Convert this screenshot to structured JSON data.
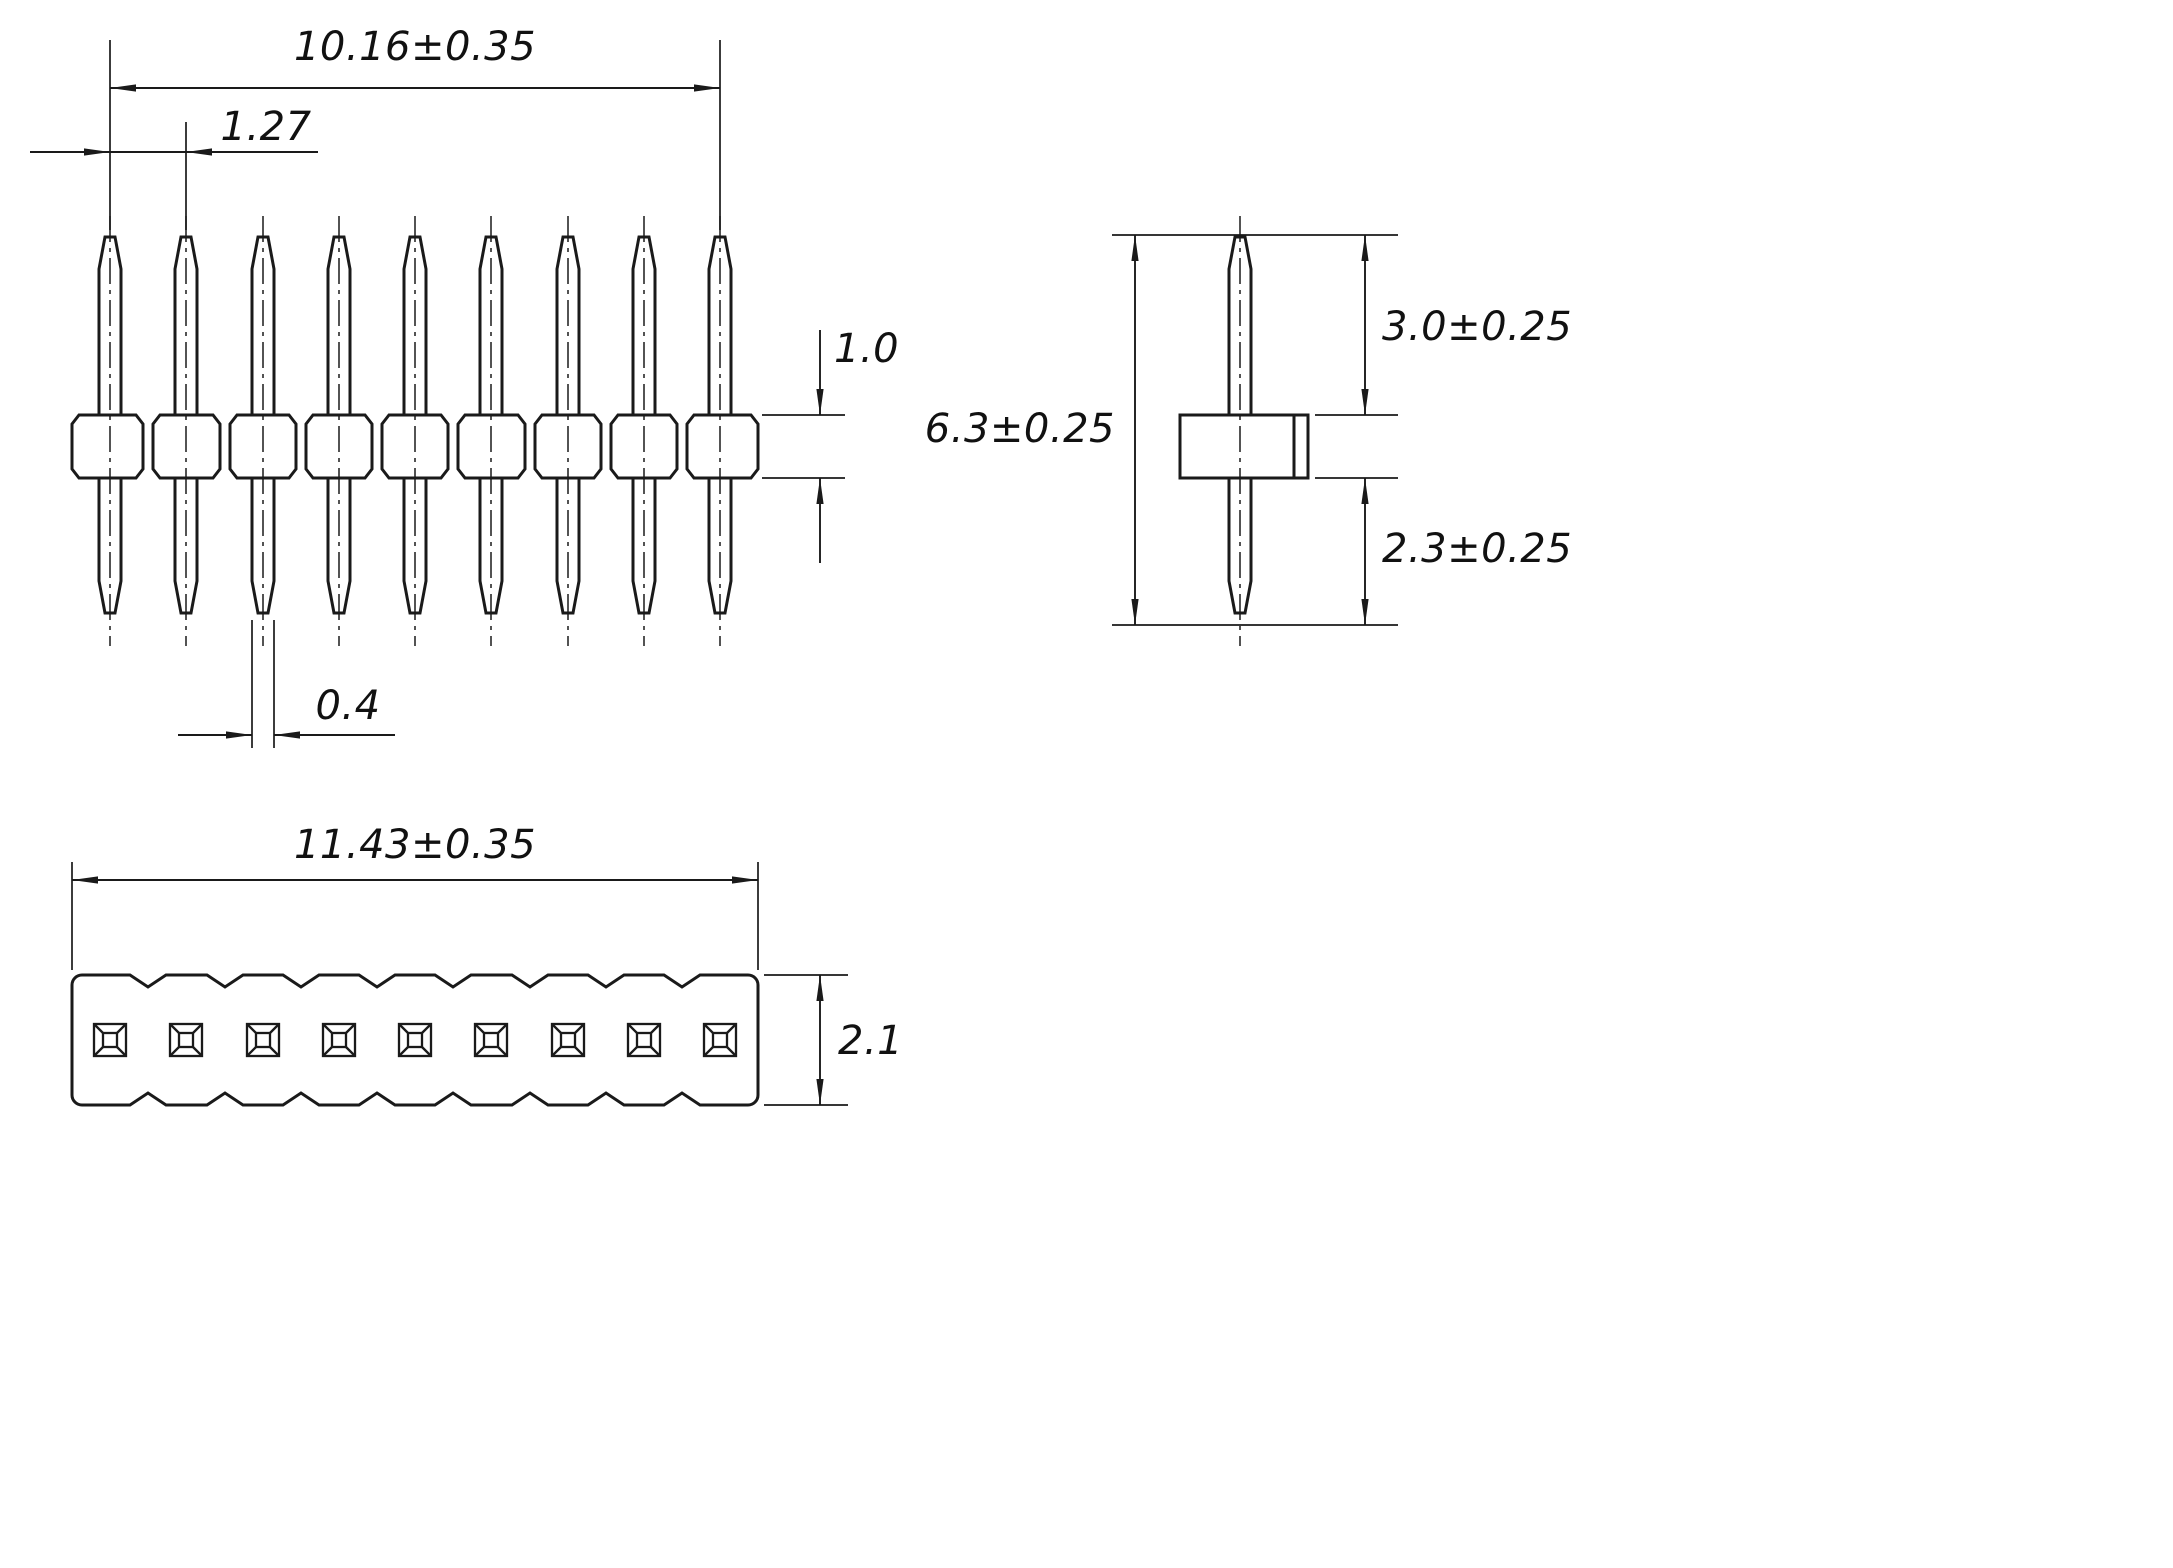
{
  "drawing": {
    "kind": "technical-dimension-drawing",
    "component": "pin-header",
    "pin_count": 9,
    "line_color": "#1a1a1a",
    "views": {
      "front": {
        "dims": {
          "span": "10.16±0.35",
          "pitch": "1.27",
          "body_height": "1.0",
          "pin_width": "0.4"
        }
      },
      "side": {
        "dims": {
          "total_height": "6.3±0.25",
          "pin_top_length": "3.0±0.25",
          "pin_bottom_length": "2.3±0.25"
        }
      },
      "bottom": {
        "dims": {
          "body_length": "11.43±0.35",
          "body_width": "2.1"
        }
      }
    }
  }
}
